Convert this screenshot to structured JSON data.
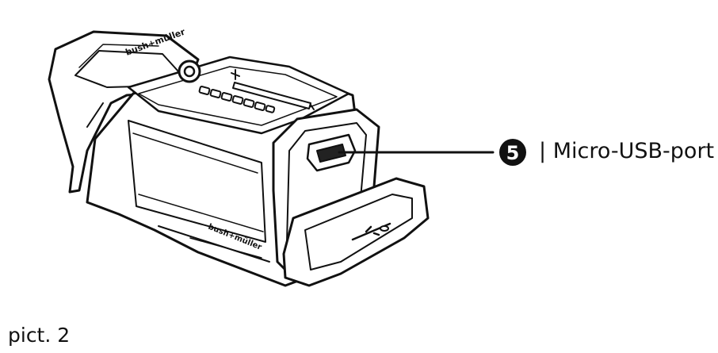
{
  "callout": {
    "number": "5",
    "separator": "|",
    "label": "Micro-USB-port"
  },
  "caption": "pict. 2",
  "brand_marks": {
    "top": "bush+müller",
    "side": "bush+müller"
  },
  "colors": {
    "ink": "#111111",
    "background": "#ffffff"
  }
}
